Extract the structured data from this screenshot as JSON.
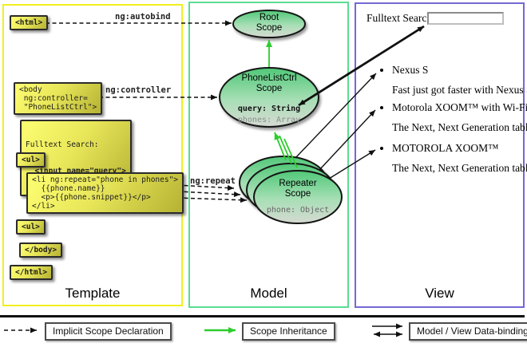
{
  "columns": {
    "template": {
      "label": "Template"
    },
    "model": {
      "label": "Model"
    },
    "view": {
      "label": "View"
    }
  },
  "template": {
    "boxes": {
      "html_open": "<html>",
      "body_open": "<body\n ng:controller=\n \"PhoneListCtrl\">",
      "fulltext_line1": "Fulltext Search:",
      "fulltext_line2": "  <input name=\"query\">",
      "ul_open": "<ul>",
      "li_repeat": "<li ng:repeat=\"phone in phones\">\n  {{phone.name}}\n  <p>{{phone.snippet}}</p>\n</li>",
      "ul_close": "<ul>",
      "body_close": "</body>",
      "html_close": "</html>"
    },
    "arrow_labels": {
      "autobind": "ng:autobind",
      "controller": "ng:controller",
      "repeat": "ng:repeat"
    }
  },
  "model": {
    "root_scope": {
      "title": "Root\nScope"
    },
    "phonelist_scope": {
      "title": "PhoneListCtrl\nScope",
      "prop1": "query: String",
      "prop2": "phones: Array"
    },
    "repeater_scope": {
      "title": "Repeater\nScope",
      "prop1": "phone: Object"
    }
  },
  "view": {
    "search_label": "Fulltext Search:",
    "search_value": "",
    "items": [
      {
        "title": "Nexus S",
        "desc": "Fast just got faster with Nexus S."
      },
      {
        "title": "Motorola XOOM™ with Wi-Fi",
        "desc": "The Next, Next Generation tablet."
      },
      {
        "title": "MOTOROLA XOOM™",
        "desc": "The Next, Next Generation tablet."
      }
    ]
  },
  "legend": {
    "implicit": "Implicit Scope Declaration",
    "inheritance": "Scope Inheritance",
    "databinding": "Model / View Data-binding"
  },
  "colors": {
    "template_border": "#f2ef1d",
    "model_border": "#5bdc92",
    "view_border": "#7468d4",
    "code_box_yellow": "#e8e659",
    "scope_green": "#50c878",
    "green_arrow": "#2ecc2e",
    "line_black": "#111111"
  }
}
